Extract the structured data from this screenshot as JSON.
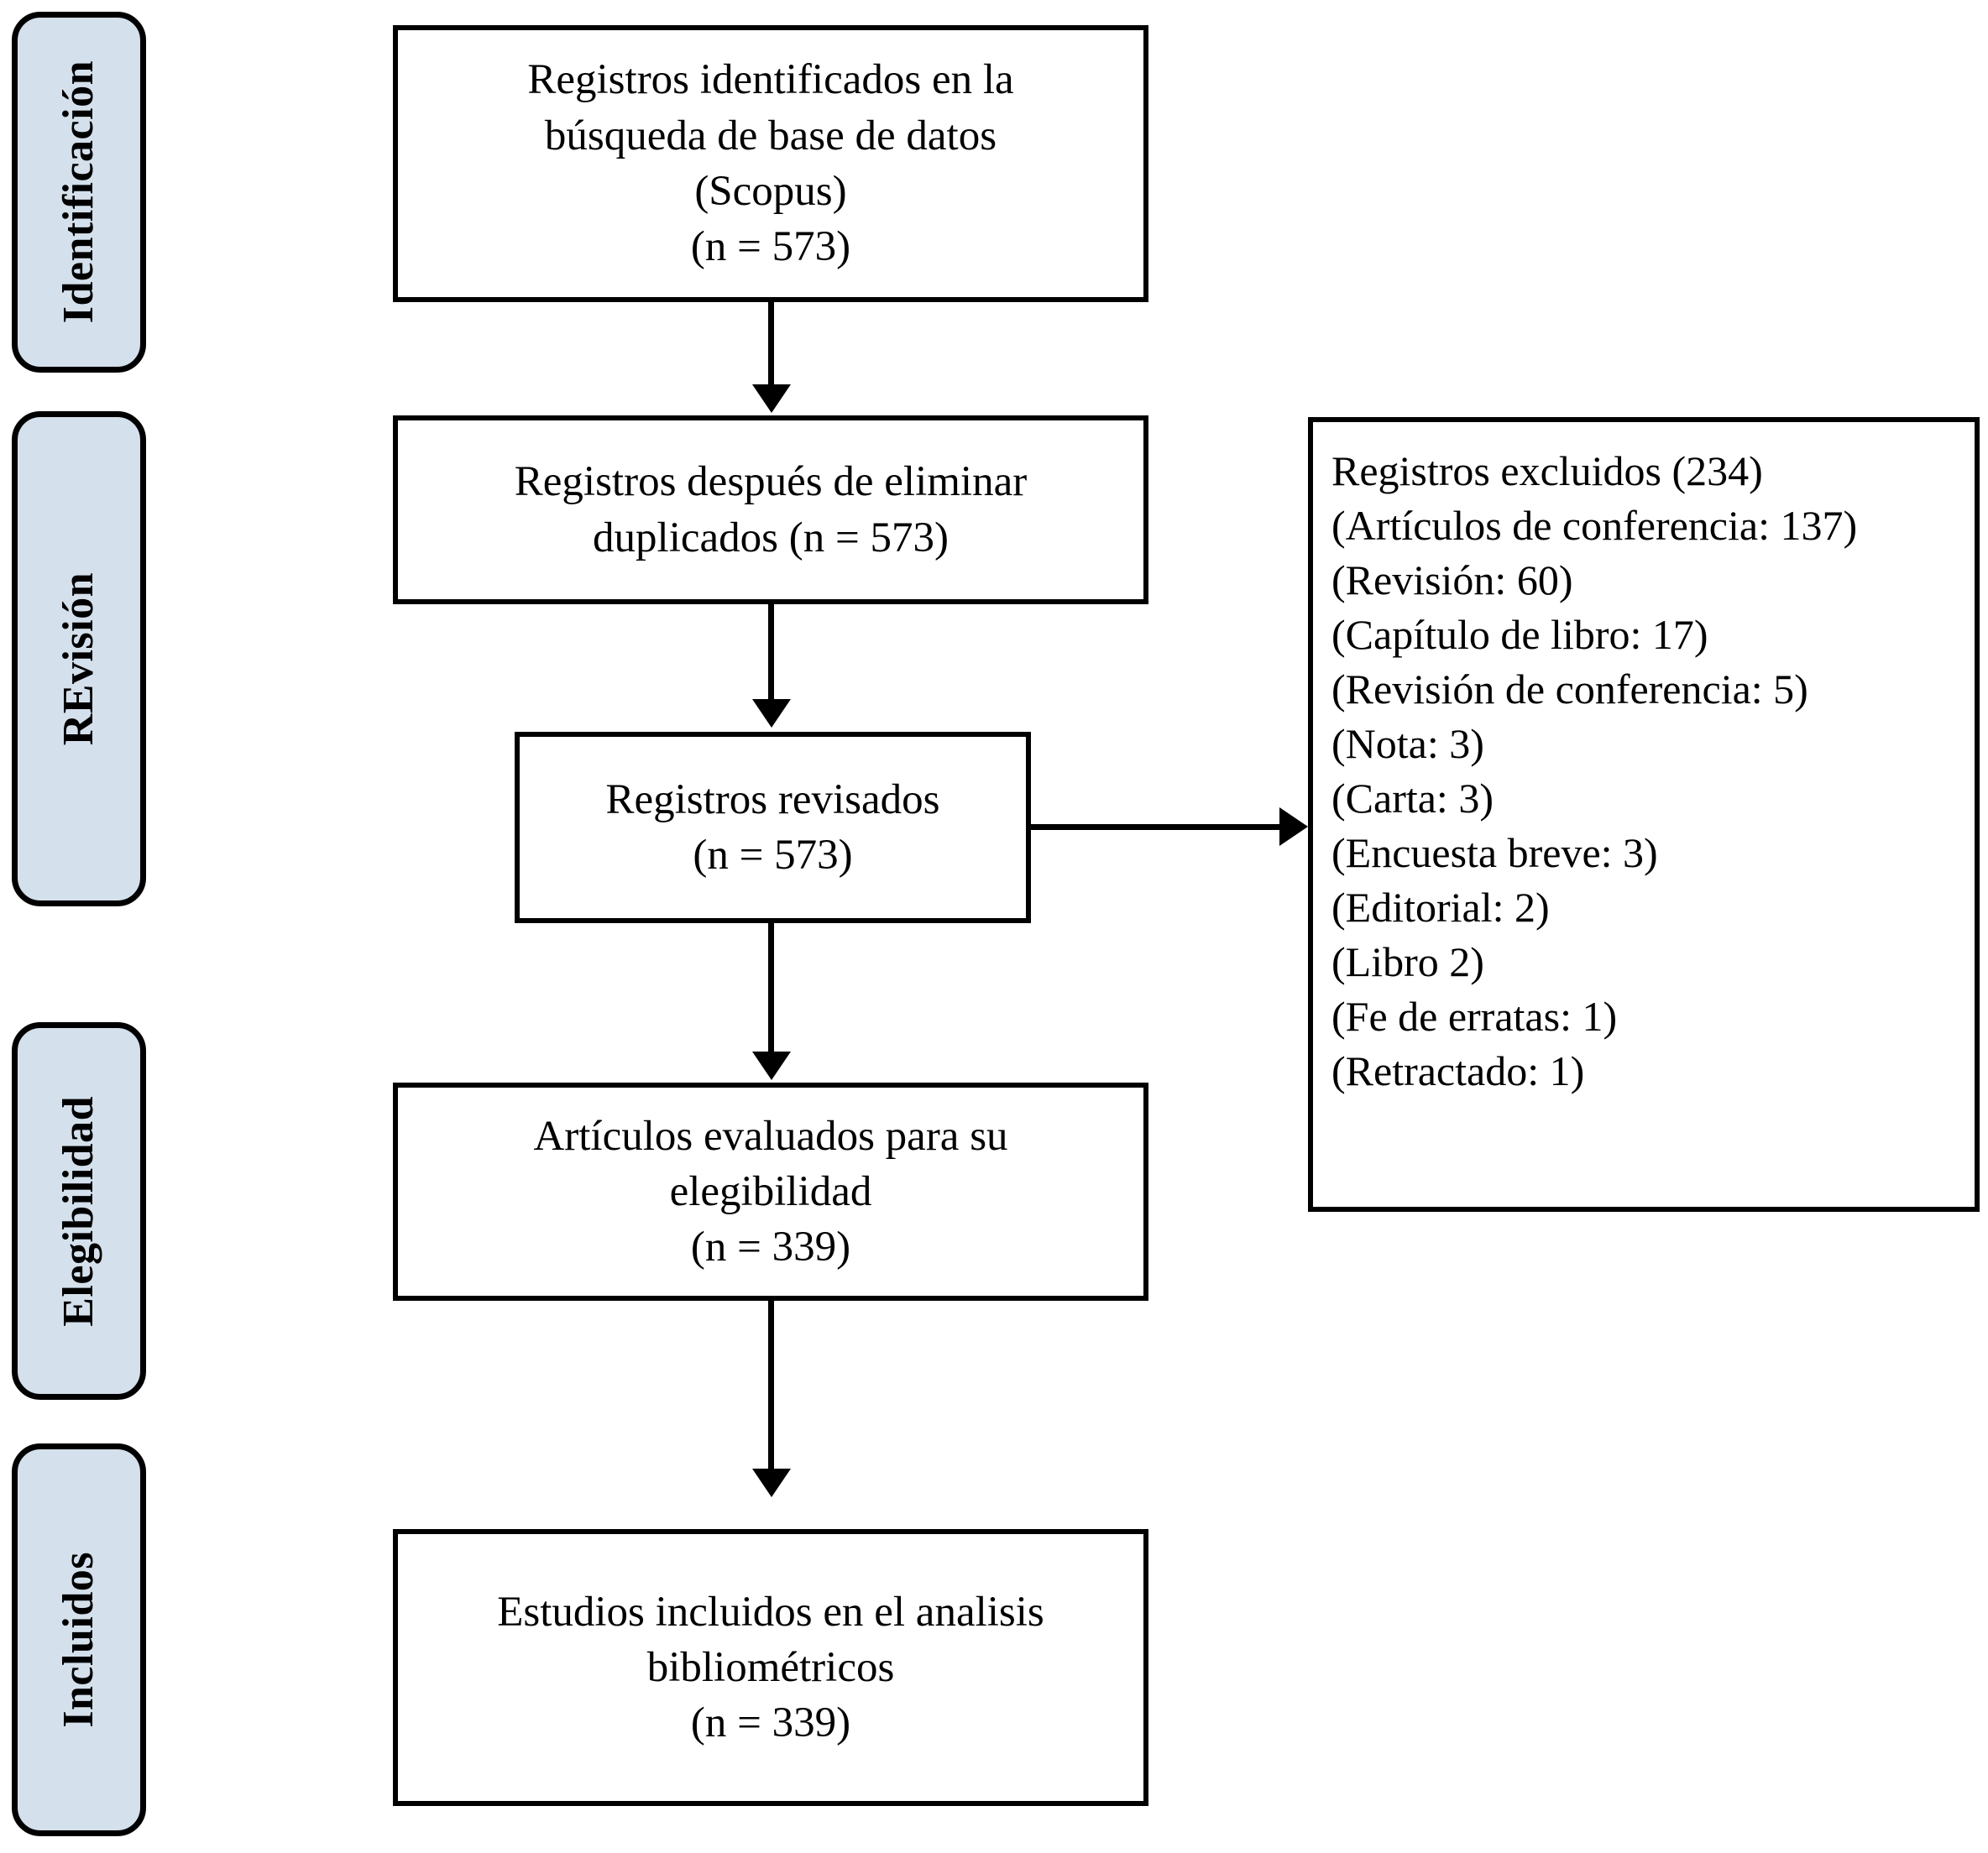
{
  "diagram": {
    "type": "prisma-flow-diagram",
    "language": "es",
    "colors": {
      "stage_label_fill": "#d4e0ec",
      "box_fill": "#ffffff",
      "stroke": "#000000",
      "text": "#000000"
    }
  },
  "stages": [
    {
      "id": "identificacion",
      "label": "Identificación"
    },
    {
      "id": "revision",
      "label": "REvisión"
    },
    {
      "id": "elegibilidad",
      "label": "Elegibilidad"
    },
    {
      "id": "incluidos",
      "label": "Incluidos"
    }
  ],
  "boxes": {
    "identified": {
      "lines": [
        "Registros identificados en la",
        "búsqueda de base de datos",
        "(Scopus)",
        "(n = 573)"
      ],
      "n": 573
    },
    "dedup": {
      "lines": [
        "Registros después de eliminar",
        "duplicados (n = 573)"
      ],
      "n": 573
    },
    "screened": {
      "lines": [
        "Registros revisados",
        "(n = 573)"
      ],
      "n": 573
    },
    "eligibility": {
      "lines": [
        "Artículos evaluados para su",
        "elegibilidad",
        "(n = 339)"
      ],
      "n": 339
    },
    "included": {
      "lines": [
        "Estudios incluidos en el analisis",
        "bibliométricos",
        "(n = 339)"
      ],
      "n": 339
    },
    "excluded": {
      "lines": [
        "Registros excluidos (234)",
        "(Artículos de conferencia: 137)",
        "(Revisión: 60)",
        "(Capítulo de libro: 17)",
        "(Revisión de conferencia: 5)",
        "(Nota: 3)",
        "(Carta: 3)",
        "(Encuesta breve: 3)",
        "(Editorial: 2)",
        "(Libro 2)",
        "(Fe de erratas: 1)",
        "(Retractado: 1)"
      ],
      "total_excluded": 234,
      "breakdown": [
        {
          "reason": "Artículos de conferencia",
          "count": 137
        },
        {
          "reason": "Revisión",
          "count": 60
        },
        {
          "reason": "Capítulo de libro",
          "count": 17
        },
        {
          "reason": "Revisión de conferencia",
          "count": 5
        },
        {
          "reason": "Nota",
          "count": 3
        },
        {
          "reason": "Carta",
          "count": 3
        },
        {
          "reason": "Encuesta breve",
          "count": 3
        },
        {
          "reason": "Editorial",
          "count": 2
        },
        {
          "reason": "Libro",
          "count": 2
        },
        {
          "reason": "Fe de erratas",
          "count": 1
        },
        {
          "reason": "Retractado",
          "count": 1
        }
      ]
    }
  }
}
